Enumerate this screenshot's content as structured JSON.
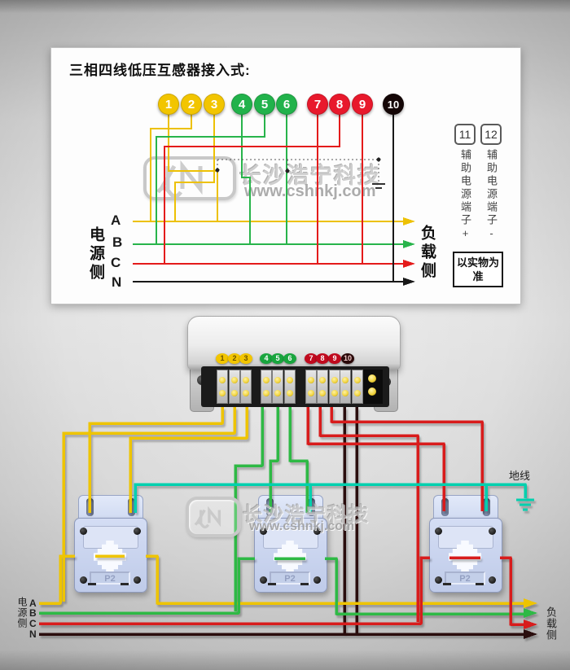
{
  "title": "三相四线低压互感器接入式:",
  "watermark": {
    "brand": "长沙浩宁科技",
    "url": "www.cshnkj.com",
    "logo_text": "HN"
  },
  "schematic": {
    "terminals": [
      "1",
      "2",
      "3",
      "4",
      "5",
      "6",
      "7",
      "8",
      "9",
      "10"
    ],
    "aux_terminals": [
      {
        "num": "11",
        "label": "辅助电源端子+"
      },
      {
        "num": "12",
        "label": "辅助电源端子-"
      }
    ],
    "note": "以实物为准",
    "source_side": "电源侧",
    "load_side": "负载侧",
    "phases": [
      "A",
      "B",
      "C",
      "N"
    ]
  },
  "installation": {
    "terminal_labels": [
      "1",
      "2",
      "3",
      "4",
      "5",
      "6",
      "7",
      "8",
      "9",
      "10"
    ],
    "ct_label": "P2",
    "ground_label": "地线",
    "source_side": "电源侧",
    "load_side": "负载侧",
    "phases": [
      "A",
      "B",
      "C",
      "N"
    ]
  },
  "colors": {
    "phase_a": "#eec400",
    "phase_b": "#2fb944",
    "phase_c": "#d81e1e",
    "neutral": "#2b0b0b",
    "ct_link": "#00d0ae",
    "circle_yellow": "#f2c500",
    "circle_green": "#21b24b",
    "circle_red": "#e8192c",
    "circle_black": "#140606"
  }
}
